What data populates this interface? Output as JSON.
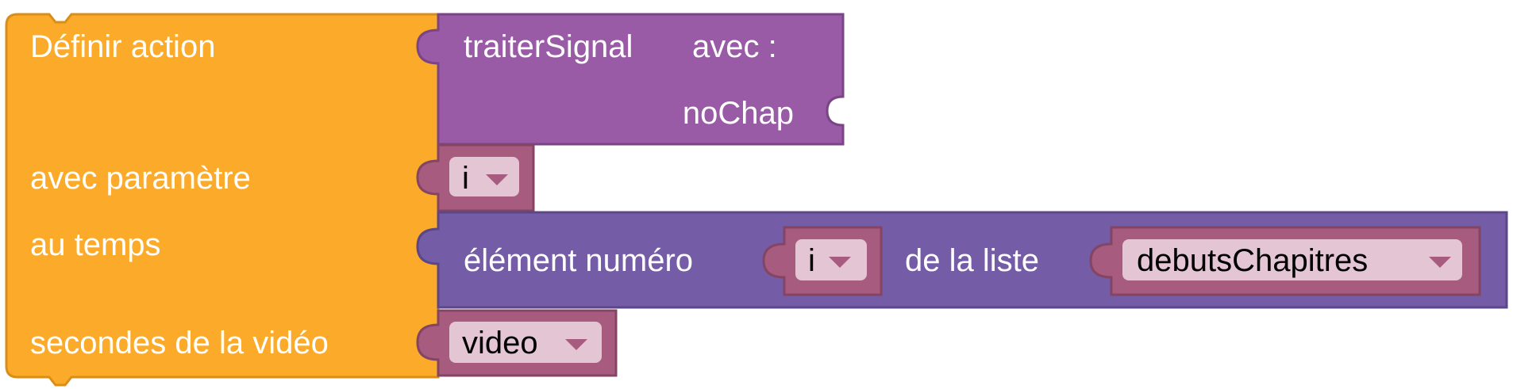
{
  "colors": {
    "define_block": "#FBAA2A",
    "define_block_dark": "#D98E17",
    "procedure_block": "#995BA5",
    "procedure_block_dark": "#7A4585",
    "list_block": "#745CA6",
    "list_block_dark": "#5B4788",
    "variable_block": "#A65B7F",
    "variable_block_dark": "#844565",
    "dropdown_field": "#E3C5D3",
    "dropdown_arrow": "#A65B7F"
  },
  "define_block": {
    "title": "Définir action",
    "param_label": "avec paramètre",
    "time_label": "au temps",
    "video_label": "secondes de la vidéo"
  },
  "procedure_block": {
    "name": "traiterSignal",
    "with_label": "avec :",
    "arg_label": "noChap"
  },
  "param_block": {
    "variable": "i",
    "dropdown_icon": "caret-down-icon"
  },
  "list_block": {
    "item_label": "élément numéro",
    "index_variable": "i",
    "of_list_label": "de la liste",
    "list_variable": "debutsChapitres"
  },
  "video_block": {
    "variable": "video"
  }
}
